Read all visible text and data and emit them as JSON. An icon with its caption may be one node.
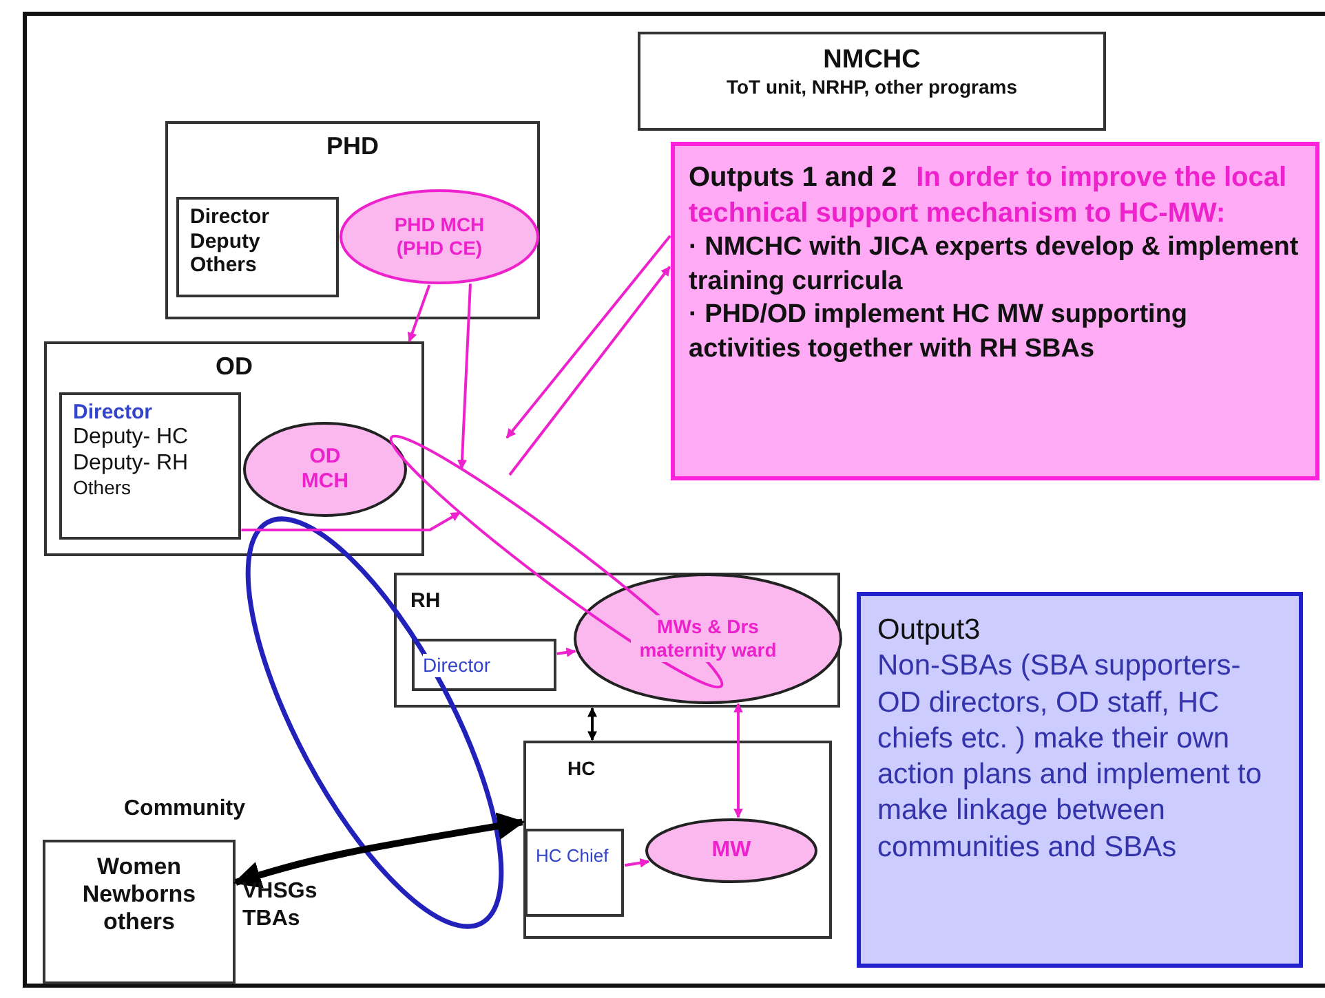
{
  "diagram": {
    "nodes": [
      {
        "text": [
          "NMCHC",
          "ToT unit, NRHP, other programs"
        ]
      },
      {
        "text": [
          "Outputs 1 and 2",
          "In order to improve the local technical support mechanism to HC-MW:",
          "· NMCHC with JICA experts develop & implement training curricula",
          "· PHD/OD implement HC MW supporting activities together with RH SBAs"
        ]
      },
      {
        "text": [
          "PHD"
        ]
      },
      {
        "text": [
          "Director",
          "Deputy",
          "Others"
        ],
        "in": 2
      },
      {
        "text": [
          "PHD MCH (PHD CE)"
        ],
        "in": 2
      },
      {
        "text": [
          "OD"
        ]
      },
      {
        "text": [
          "Director",
          "Deputy- HC",
          "Deputy- RH",
          "Others"
        ],
        "in": 5
      },
      {
        "text": [
          "OD MCH"
        ],
        "in": 5
      },
      {
        "text": [
          "RH"
        ]
      },
      {
        "text": [
          "Director"
        ],
        "in": 8
      },
      {
        "text": [
          "MWs & Drs maternity ward"
        ],
        "in": 8
      },
      {
        "text": [
          "HC"
        ]
      },
      {
        "text": [
          "HC Chief"
        ],
        "in": 11
      },
      {
        "text": [
          "MW"
        ],
        "in": 11
      },
      {
        "text": [
          "Women",
          "Newborns",
          "others"
        ]
      },
      {
        "text": [
          "Output3",
          "Non-SBAs (SBA supporters- OD directors, OD staff, HC chiefs etc. ) make their own action plans and implement to make linkage between communities and SBAs"
        ]
      },
      {
        "text": [],
        "shape": "ellipse"
      }
    ],
    "edges": [
      {
        "from": 4,
        "to": 5,
        "arrow": "to"
      },
      {
        "from": 4,
        "to": 16,
        "arrow": "to"
      },
      {
        "from": 6,
        "to": 16,
        "arrow": "to"
      },
      {
        "from": null,
        "to": 1,
        "arrow": "to"
      },
      {
        "from": 1,
        "to": null,
        "arrow": "to"
      },
      {
        "from": 9,
        "to": 10,
        "arrow": "to"
      },
      {
        "from": 10,
        "to": 13,
        "arrow": "both"
      },
      {
        "from": 8,
        "to": 11,
        "arrow": "both",
        "color": "#000000"
      },
      {
        "from": 12,
        "to": 13,
        "arrow": "to"
      },
      {
        "from": 14,
        "to": 11,
        "arrow": "both",
        "style": "thick",
        "color": "#000000"
      }
    ],
    "labels": [
      "Community",
      "VHSGs TBAs"
    ]
  }
}
